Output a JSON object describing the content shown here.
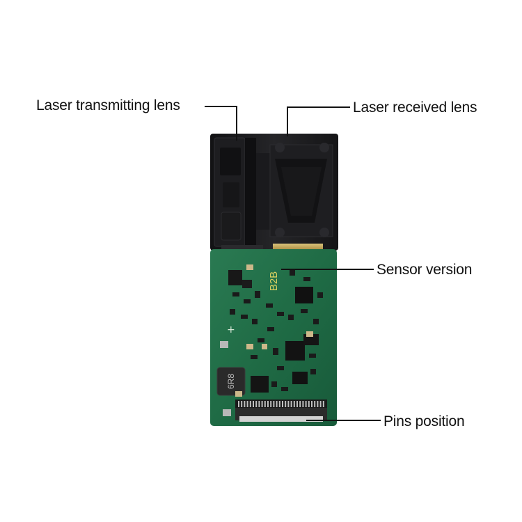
{
  "callouts": {
    "transmitting_lens": "Laser transmitting lens",
    "received_lens": "Laser received lens",
    "sensor_version": "Sensor version",
    "pins_position": "Pins position"
  },
  "board": {
    "silkscreen_version": "B2B",
    "inductor_marking": "6R8"
  },
  "colors": {
    "pcb_green": "#1f6b45",
    "housing_black": "#1b1b1d",
    "leader_line": "#111111"
  }
}
